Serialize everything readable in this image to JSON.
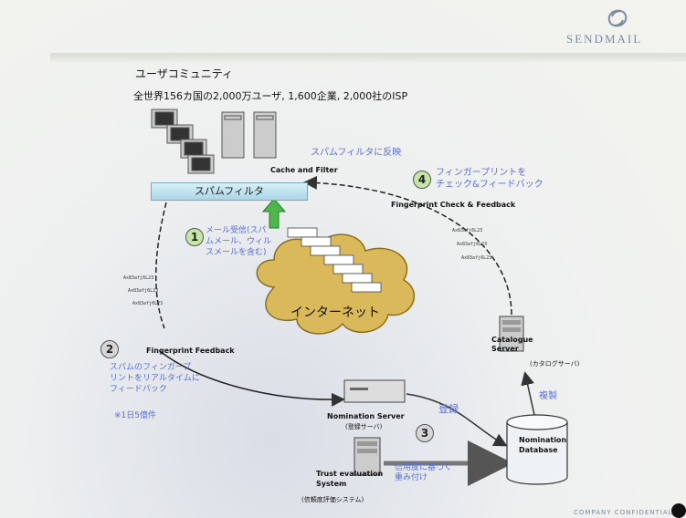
{
  "brand": "SENDMAIL",
  "confidential": "COMPANY CONFIDENTIAL",
  "title": "ユーザコミュニティ",
  "subtitle": "全世界156カ国の2,000万ユーザ, 1,600企業, 2,000社のISP",
  "spam_filter_reflect": "スパムフィルタに反映",
  "cache_filter": "Cache and Filter",
  "spam_filter_bar": "スパムフィルタ",
  "step1": {
    "number": "1",
    "text": [
      "メール受信(スパ",
      "ムメール、ウィル",
      "スメールを含む)"
    ]
  },
  "internet": "インターネット",
  "step4": {
    "number": "4",
    "text": [
      "フィンガープリントを",
      "チェック&フィードバック"
    ]
  },
  "fingerprint_check": "Fingerprint Check & Feedback",
  "step2": {
    "number": "2",
    "label": "Fingerprint Feedback",
    "text": [
      "スパムのフィンガープ",
      "リントをリアルタイムに",
      "フィードバック"
    ],
    "note": "※1日5億件"
  },
  "catalogue_server": {
    "line1": "Catalogue",
    "line2": "Server",
    "sub": "(カタログサーバ)"
  },
  "copy_label": "複製",
  "nomination_server": {
    "name": "Nomination Server",
    "sub": "(登録サーバ)"
  },
  "register_label": "登録",
  "step3": {
    "number": "3"
  },
  "nomination_db": {
    "line1": "Nomination",
    "line2": "Database"
  },
  "trust_system": {
    "line1": "Trust evaluation",
    "line2": "System",
    "sub": "(信頼度評価システム)"
  },
  "trust_weight": [
    "信用度に基づく",
    "重み付け"
  ],
  "hash_left": [
    "Ax83afj6L23",
    "Ax83afj6L23",
    "Ax83afj6L23"
  ],
  "hash_right": [
    "Ax83afj6L23",
    "Ax83afj6L23",
    "Ax83afj6L23"
  ]
}
